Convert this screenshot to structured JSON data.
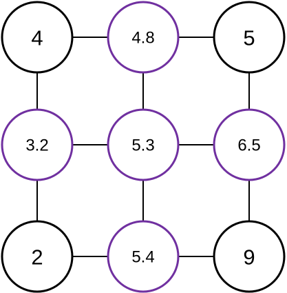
{
  "colors": {
    "corner_node_stroke": "#000000",
    "derived_node_stroke": "#7030a0",
    "edge": "#000000",
    "background": "#ffffff"
  },
  "grid": {
    "rows": [
      [
        {
          "value": "4",
          "kind": "corner"
        },
        {
          "value": "4.8",
          "kind": "derived"
        },
        {
          "value": "5",
          "kind": "corner"
        }
      ],
      [
        {
          "value": "3.2",
          "kind": "derived"
        },
        {
          "value": "5.3",
          "kind": "derived"
        },
        {
          "value": "6.5",
          "kind": "derived"
        }
      ],
      [
        {
          "value": "2",
          "kind": "corner"
        },
        {
          "value": "5.4",
          "kind": "derived"
        },
        {
          "value": "9",
          "kind": "corner"
        }
      ]
    ]
  }
}
